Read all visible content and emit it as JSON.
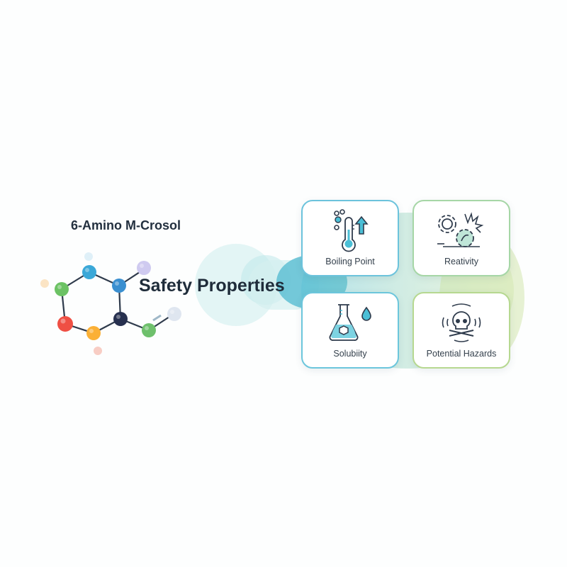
{
  "title": "6-Amino M-Crosol",
  "headline": "Safety Properties",
  "cards": [
    {
      "label": "Boiling Point",
      "icon": "thermometer-icon"
    },
    {
      "label": "Reativity",
      "icon": "gears-explosion-icon"
    },
    {
      "label": "Solubiity",
      "icon": "flask-icon"
    },
    {
      "label": "Potential Hazards",
      "icon": "skull-crossbones-icon"
    }
  ],
  "colors": {
    "teal": "#4bb8d0",
    "green": "#9bd48a",
    "text": "#1f2c3a"
  }
}
